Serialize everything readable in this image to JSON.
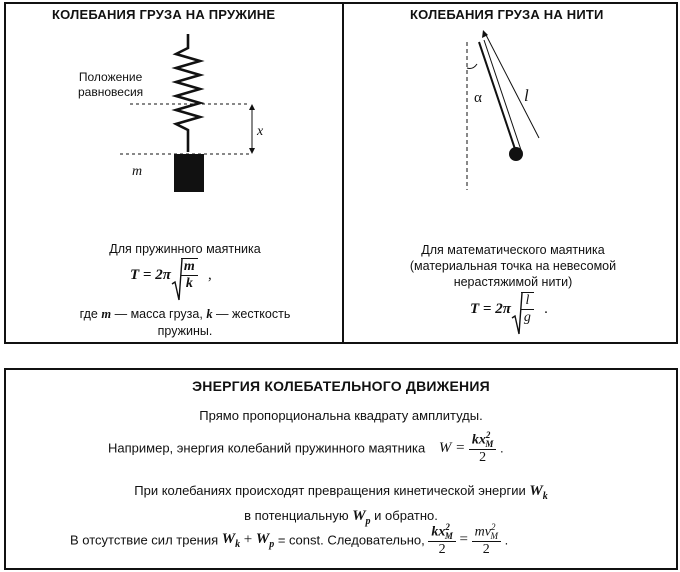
{
  "top": {
    "left": {
      "title": "КОЛЕБАНИЯ ГРУЗА НА ПРУЖИНЕ",
      "equilibrium_line1": "Положение",
      "equilibrium_line2": "равновесия",
      "x_label": "x",
      "m_label": "m",
      "caption": "Для пружинного маятника",
      "formula_lhs": "T = 2π",
      "formula_num": "m",
      "formula_den": "k",
      "formula_tail": ",",
      "where_prefix": "где",
      "where_m": "m",
      "where_mid": "— масса груза,",
      "where_k": "k",
      "where_end": "— жесткость",
      "where_line2": "пружины."
    },
    "right": {
      "title": "КОЛЕБАНИЯ ГРУЗА НА НИТИ",
      "alpha_label": "α",
      "l_label": "l",
      "caption_line1": "Для математического маятника",
      "caption_line2": "(материальная точка на невесомой",
      "caption_line3": "нерастяжимой нити)",
      "formula_lhs": "T = 2π",
      "formula_num": "l",
      "formula_den": "g",
      "formula_tail": "."
    }
  },
  "energy": {
    "title": "ЭНЕРГИЯ КОЛЕБАТЕЛЬНОГО ДВИЖЕНИЯ",
    "line1": "Прямо пропорциональна квадрату амплитуды.",
    "line2": "Например, энергия колебаний пружинного маятника",
    "w_lhs": "W =",
    "w_num": "kx",
    "w_sub": "M",
    "w_sup": "2",
    "w_den": "2",
    "w_tail": ".",
    "line3a": "При колебаниях происходят превращения кинетической энергии",
    "wk": "W",
    "wk_sub": "k",
    "line3b": "в потенциальную",
    "wp": "W",
    "wp_sub": "p",
    "line3c": "и обратно.",
    "line4a": "В отсутствие сил трения",
    "sum_w1": "W",
    "sum_w1_sub": "k",
    "sum_plus": "+",
    "sum_w2": "W",
    "sum_w2_sub": "p",
    "line4b": "= const. Следовательно,",
    "f1_num": "kx",
    "f1_sub": "M",
    "f1_sup": "2",
    "f1_den": "2",
    "eq": "=",
    "f2_num": "mv",
    "f2_sub": "M",
    "f2_sup": "2",
    "f2_den": "2",
    "f_tail": "."
  }
}
